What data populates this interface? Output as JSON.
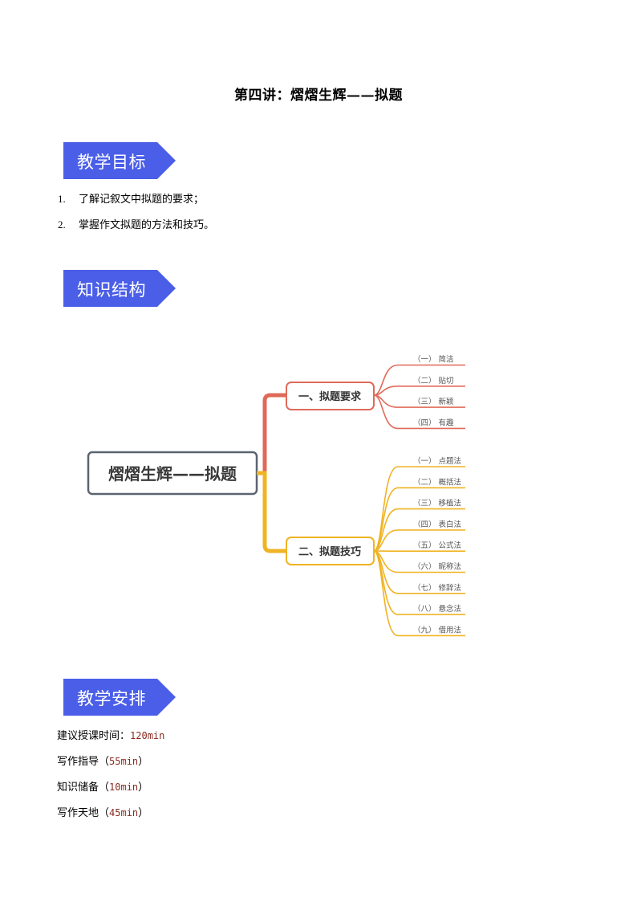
{
  "title": "第四讲：熠熠生辉——拟题",
  "colors": {
    "banner": "#4a5ee8",
    "branch1": "#e06a5a",
    "branch2": "#f0b323",
    "root_border": "#5c6470"
  },
  "sections": {
    "goals": {
      "heading": "教学目标",
      "items": [
        {
          "num": "1.",
          "text": "了解记叙文中拟题的要求；"
        },
        {
          "num": "2.",
          "text": "掌握作文拟题的方法和技巧。"
        }
      ]
    },
    "structure": {
      "heading": "知识结构"
    },
    "arrangement": {
      "heading": "教学安排",
      "suggest_label": "建议授课时间：",
      "suggest_value": "120min",
      "items": [
        {
          "label": "写作指导",
          "open": "（",
          "value": "55min",
          "close": "）"
        },
        {
          "label": "知识储备",
          "open": "（",
          "value": "10min",
          "close": "）"
        },
        {
          "label": "写作天地",
          "open": "（",
          "value": "45min",
          "close": "）"
        }
      ]
    }
  },
  "mindmap": {
    "root": "熠熠生辉——拟题",
    "branches": [
      {
        "label": "一、拟题要求",
        "leaves": [
          "（一） 简洁",
          "（二） 贴切",
          "（三） 新颖",
          "（四） 有趣"
        ]
      },
      {
        "label": "二、拟题技巧",
        "leaves": [
          "（一） 点题法",
          "（二） 概括法",
          "（三） 移植法",
          "（四） 表白法",
          "（五） 公式法",
          "（六） 昵称法",
          "（七） 修辞法",
          "（八） 悬念法",
          "（九） 借用法"
        ]
      }
    ]
  }
}
